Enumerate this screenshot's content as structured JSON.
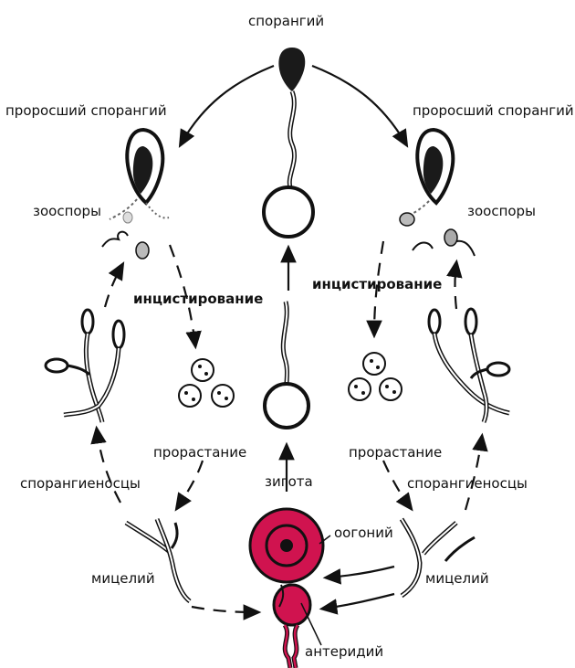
{
  "labels": {
    "sporangium": "спорангий",
    "germinated_left": "проросший спорангий",
    "germinated_right": "проросший спорангий",
    "zoospores_left": "зооспоры",
    "zoospores_right": "зооспоры",
    "encystment_left": "инцистирование",
    "encystment_right": "инцистирование",
    "germination_left": "прорастание",
    "germination_right": "прорастание",
    "sporangiophores_left": "спорангиеносцы",
    "sporangiophores_right": "спорангиеносцы",
    "zygote": "зигота",
    "oogonium": "оогоний",
    "mycelium_left": "мицелий",
    "mycelium_right": "мицелий",
    "antheridium": "антеридий"
  },
  "colors": {
    "ink": "#111111",
    "oogonium": "#d0134f",
    "oogonium_dark": "#8a0a2c"
  }
}
